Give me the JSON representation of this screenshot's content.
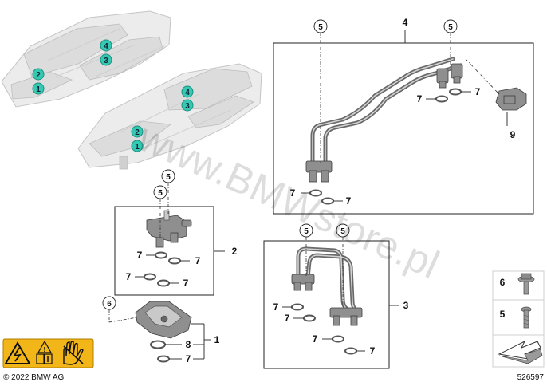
{
  "diagram": {
    "part_labels": {
      "p1": "1",
      "p2": "2",
      "p3": "3",
      "p4": "4",
      "p5": "5",
      "p6": "6",
      "p7": "7",
      "p8": "8",
      "p9": "9"
    },
    "watermark": "www.BMWstore.pl",
    "copyright": "© 2022 BMW AG",
    "diagram_number": "526597",
    "colors": {
      "teal_marker": "#35c9b4",
      "warning_yellow": "#f2b618",
      "line": "#222222"
    },
    "icons": [
      "electrical-hazard-icon",
      "read-manual-icon",
      "no-touch-hand-icon",
      "arrow-icon"
    ]
  }
}
